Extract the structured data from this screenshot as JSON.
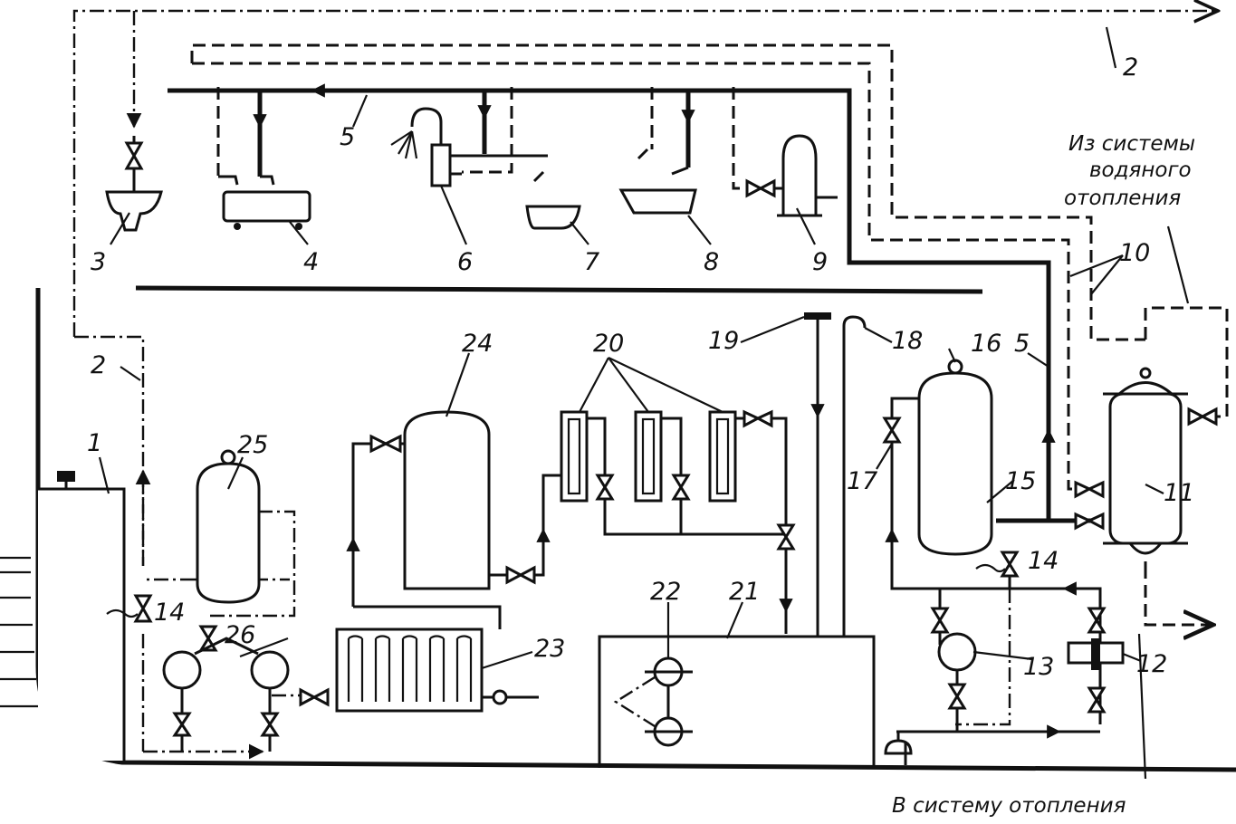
{
  "labels": {
    "n1": "1",
    "n2a": "2",
    "n2b": "2",
    "n3": "3",
    "n4": "4",
    "n5a": "5",
    "n5b": "5",
    "n6": "6",
    "n7": "7",
    "n8": "8",
    "n9": "9",
    "n10": "10",
    "n11": "11",
    "n12": "12",
    "n13": "13",
    "n14a": "14",
    "n14b": "14",
    "n15": "15",
    "n16": "16",
    "n17": "17",
    "n18": "18",
    "n19": "19",
    "n20": "20",
    "n21": "21",
    "n22": "22",
    "n23": "23",
    "n24": "24",
    "n25": "25",
    "n26": "26"
  },
  "captions": {
    "from_heating_line1": "Из системы",
    "from_heating_line2": "водяного",
    "from_heating_line3": "отопления",
    "to_heating": "В систему отопления"
  }
}
